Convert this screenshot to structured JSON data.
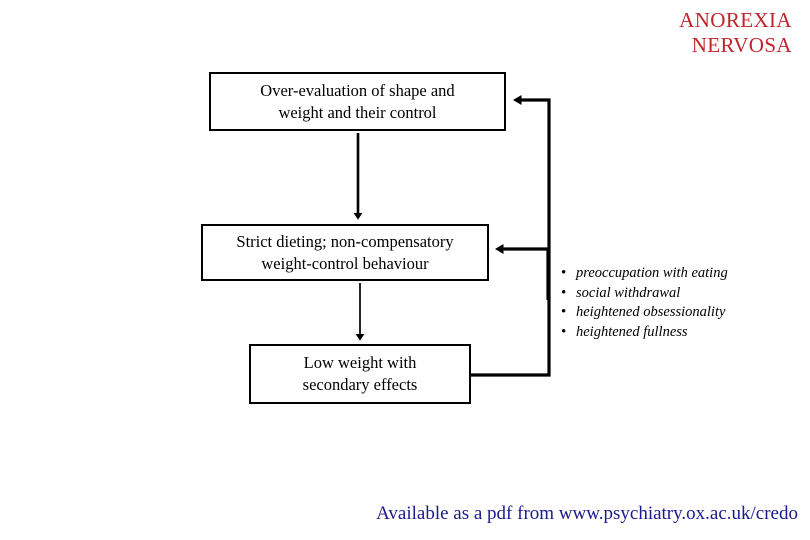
{
  "slide": {
    "title": "ANOREXIA\nNERVOSA",
    "title_color": "#C0252B",
    "footer": "Available as a pdf from www.psychiatry.ox.ac.uk/credo",
    "footer_color": "#1A1A8C",
    "background_color": "#FFFFFF",
    "line_color": "#000000"
  },
  "boxes": [
    {
      "id": "over-evaluation",
      "text": "Over-evaluation of shape and\nweight and their control"
    },
    {
      "id": "strict-dieting",
      "text": "Strict dieting; non-compensatory\nweight-control behaviour"
    },
    {
      "id": "low-weight",
      "text": "Low weight with\nsecondary effects"
    }
  ],
  "symptoms": {
    "bullet_glyph": "•",
    "items": [
      "preoccupation with eating",
      "social withdrawal",
      "heightened obsessionality",
      "heightened fullness"
    ]
  }
}
